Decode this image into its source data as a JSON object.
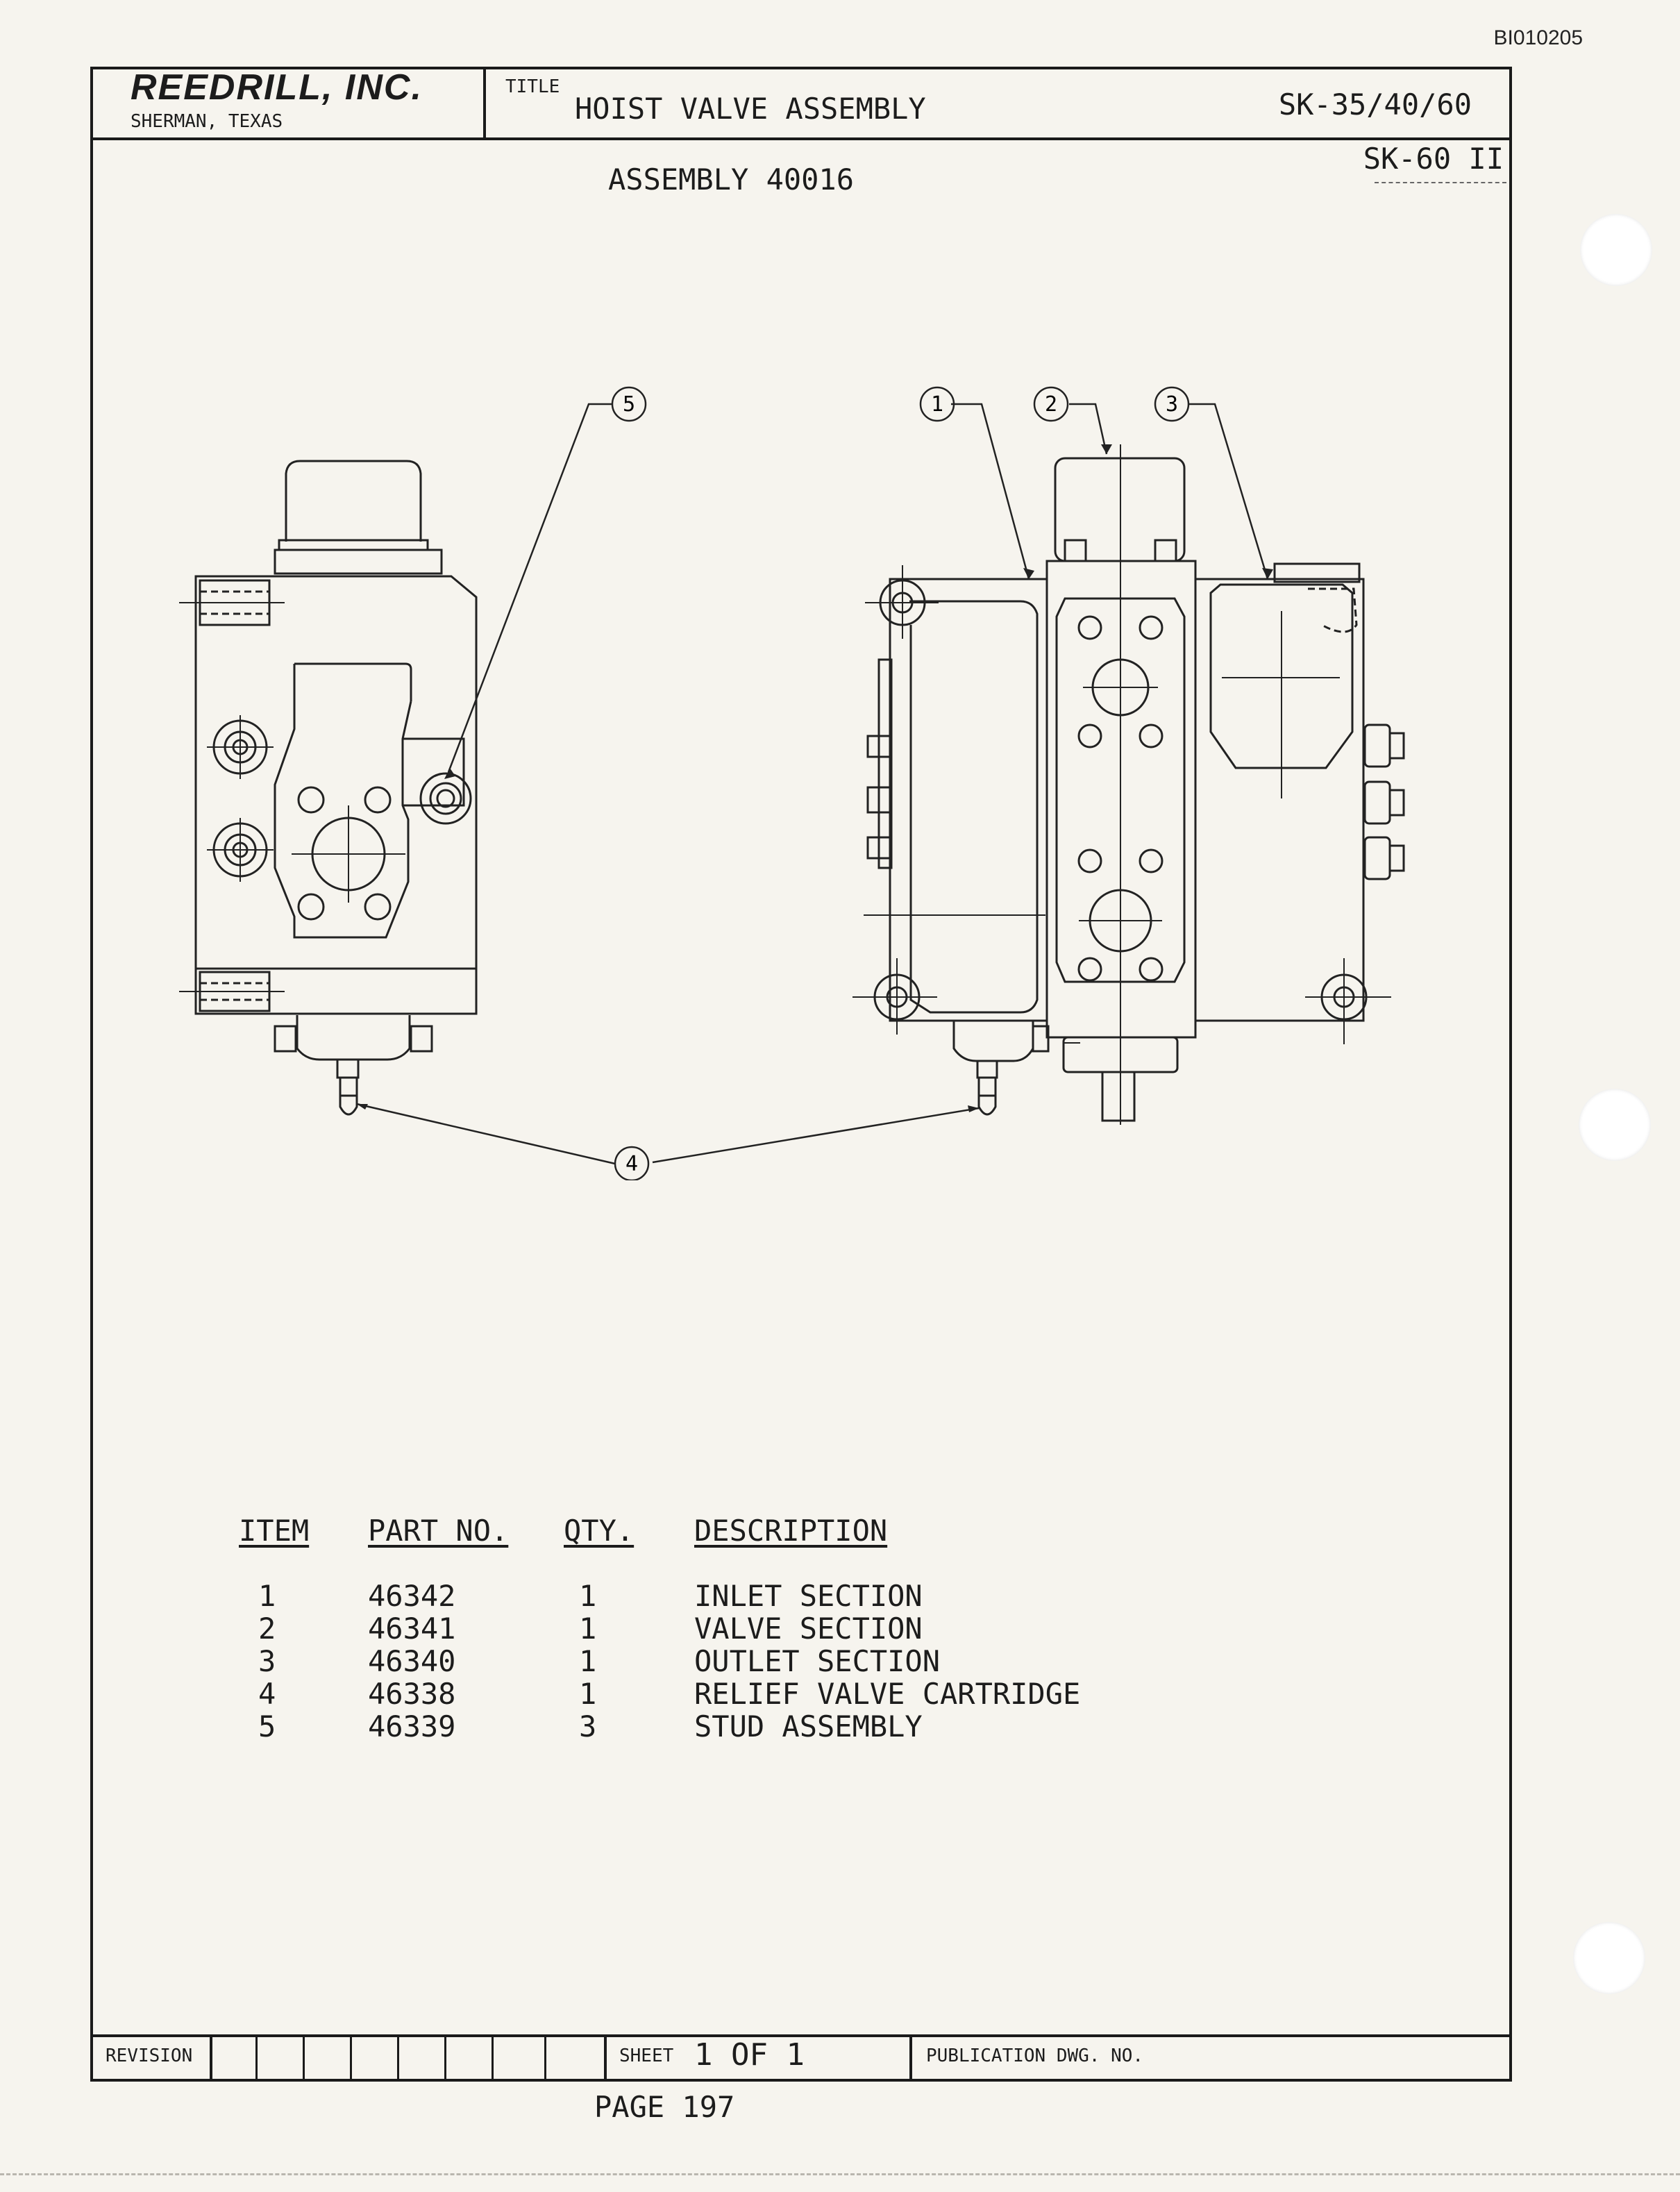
{
  "doc_id": "BI010205",
  "header": {
    "company": "REEDRILL, INC.",
    "location": "SHERMAN, TEXAS",
    "title_label": "TITLE",
    "title": "HOIST VALVE ASSEMBLY",
    "model": "SK-35/40/60",
    "model_secondary": "SK-60 II"
  },
  "assembly": "ASSEMBLY 40016",
  "callouts": [
    "1",
    "2",
    "3",
    "4",
    "5"
  ],
  "parts_table": {
    "headers": {
      "item": "ITEM",
      "part_no": "PART NO.",
      "qty": "QTY.",
      "description": "DESCRIPTION"
    },
    "rows": [
      {
        "item": "1",
        "part_no": "46342",
        "qty": "1",
        "description": "INLET SECTION"
      },
      {
        "item": "2",
        "part_no": "46341",
        "qty": "1",
        "description": "VALVE SECTION"
      },
      {
        "item": "3",
        "part_no": "46340",
        "qty": "1",
        "description": "OUTLET SECTION"
      },
      {
        "item": "4",
        "part_no": "46338",
        "qty": "1",
        "description": "RELIEF VALVE CARTRIDGE"
      },
      {
        "item": "5",
        "part_no": "46339",
        "qty": "3",
        "description": "STUD ASSEMBLY"
      }
    ]
  },
  "footer": {
    "revision_label": "REVISION",
    "sheet_label": "SHEET",
    "sheet_value": "1 OF 1",
    "publication_label": "PUBLICATION DWG. NO.",
    "page": "PAGE 197"
  }
}
